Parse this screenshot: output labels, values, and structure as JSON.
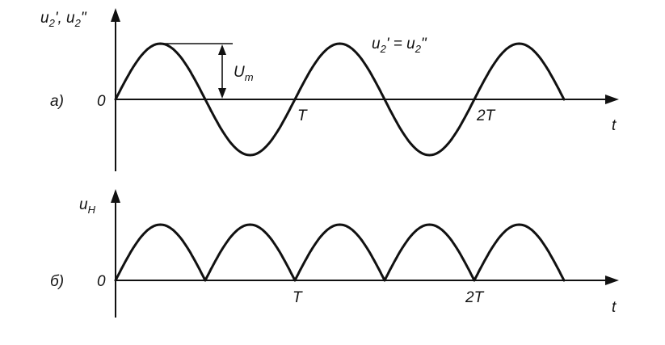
{
  "diagram": {
    "amplitude_label": "U",
    "amplitude_sub": "m",
    "t_label": "t",
    "period_label": "T",
    "double_period_label": "2T",
    "zero_label": "0",
    "top": {
      "letter": "а)",
      "y_axis": {
        "a_base": "u",
        "a_sub": "2",
        "a_mark": "'",
        "sep": ", ",
        "b_base": "u",
        "b_sub": "2",
        "b_mark": "\""
      },
      "equation": {
        "a_base": "u",
        "a_sub": "2",
        "a_mark": "'",
        "eq": " = ",
        "b_base": "u",
        "b_sub": "2",
        "b_mark": "\""
      },
      "waveform": "sine",
      "periods": 2.5
    },
    "bottom": {
      "letter": "б)",
      "y_axis": {
        "base": "u",
        "sub": "Н"
      },
      "waveform": "full-wave rectified sine",
      "periods": 2.5
    }
  }
}
